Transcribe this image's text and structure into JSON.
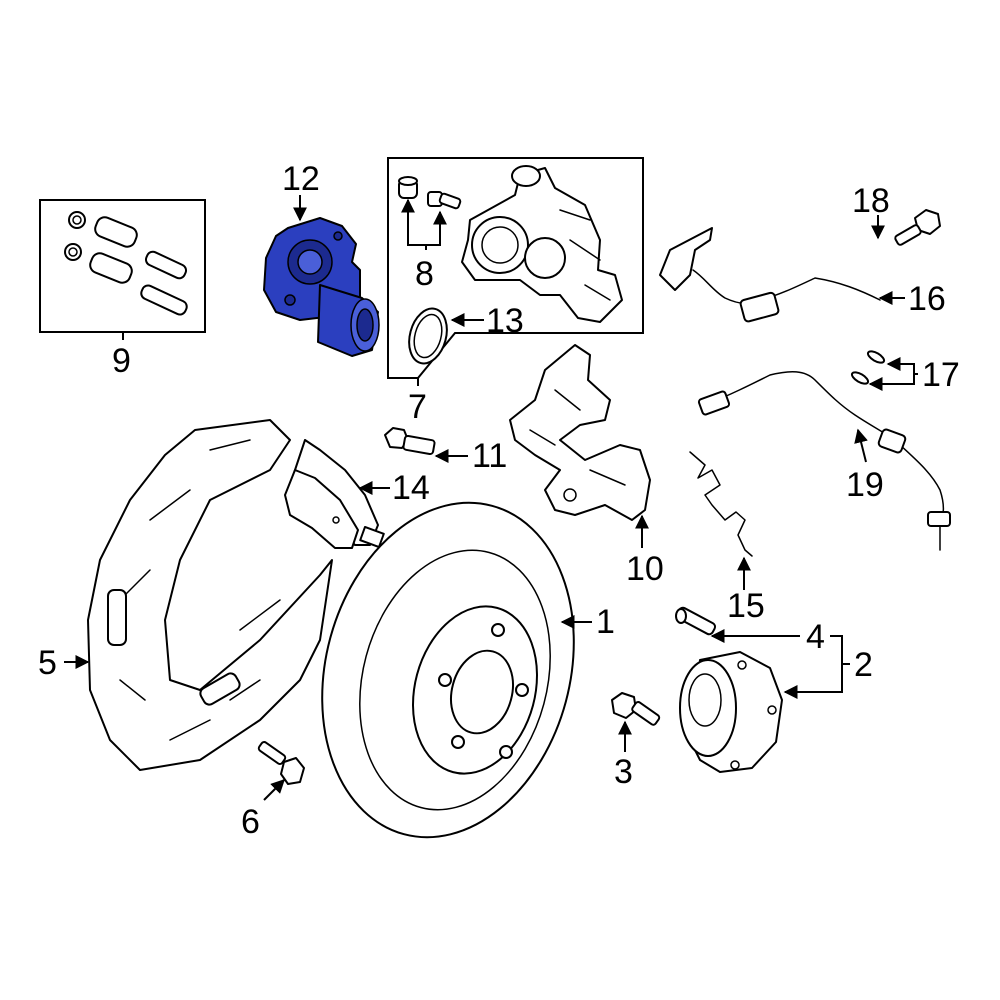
{
  "diagram": {
    "highlight_color": "#2b3fbf",
    "highlighted_part": "12",
    "callouts": {
      "c1": "1",
      "c2": "2",
      "c3": "3",
      "c4": "4",
      "c5": "5",
      "c6": "6",
      "c7": "7",
      "c8": "8",
      "c9": "9",
      "c10": "10",
      "c11": "11",
      "c12": "12",
      "c13": "13",
      "c14": "14",
      "c15": "15",
      "c16": "16",
      "c17": "17",
      "c18": "18",
      "c19": "19"
    }
  }
}
